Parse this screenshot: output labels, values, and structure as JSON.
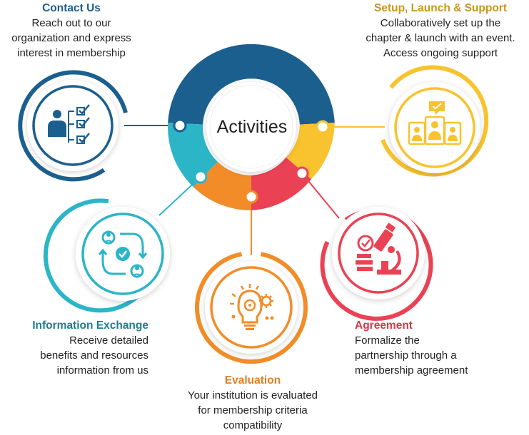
{
  "center": {
    "label": "Activities"
  },
  "colors": {
    "blue": "#1b5f8e",
    "yellow": "#f8c32e",
    "red": "#ea4254",
    "orange": "#f28c28",
    "teal": "#2bb5c7",
    "contact_title": "#1b5f8e",
    "setup_title": "#c9961a",
    "info_title": "#1c7f8e",
    "agreement_title": "#d43a49",
    "evaluation_title": "#e0802a"
  },
  "steps": {
    "contact": {
      "title": "Contact Us",
      "lines": [
        "Reach out to our",
        "organization and express",
        "interest in membership"
      ],
      "icon": "person-checklist-icon"
    },
    "setup": {
      "title": "Setup, Launch & Support",
      "lines": [
        "Collaboratively set up the",
        "chapter & launch with an event.",
        "Access ongoing support"
      ],
      "icon": "team-meeting-icon"
    },
    "info": {
      "title": "Information Exchange",
      "lines": [
        "Receive detailed",
        "benefits and resources",
        "information from us"
      ],
      "icon": "exchange-users-icon"
    },
    "agreement": {
      "title": "Agreement",
      "lines": [
        "Formalize the",
        "partnership through a",
        "membership agreement"
      ],
      "icon": "microscope-check-icon"
    },
    "evaluation": {
      "title": "Evaluation",
      "lines": [
        "Your institution is evaluated",
        "for membership criteria",
        "compatibility"
      ],
      "icon": "bulb-gears-icon"
    }
  }
}
